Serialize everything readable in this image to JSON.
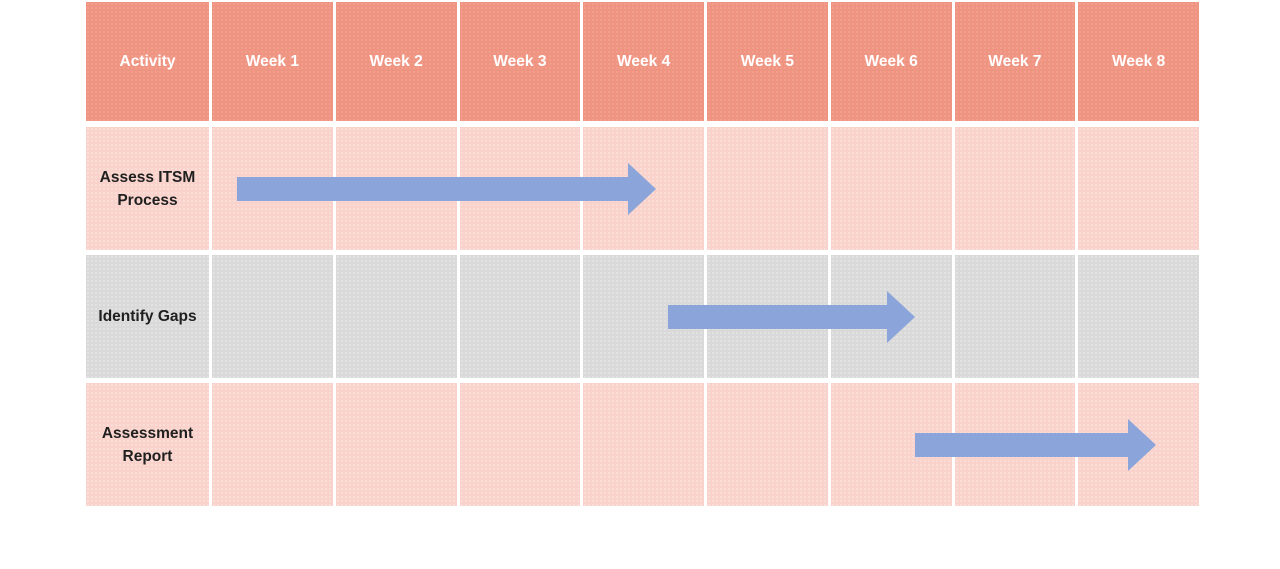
{
  "colors": {
    "header_bg": "#F09482",
    "header_text": "#FFFFFF",
    "row_pink_bg": "#F9D3CB",
    "row_gray_bg": "#D9D9D9",
    "label_text": "#1F1F1F",
    "arrow": "#8BA5DB",
    "page_bg": "#FFFFFF"
  },
  "chart_data": {
    "type": "gantt",
    "weeks_total": 8,
    "columns": [
      "Activity",
      "Week 1",
      "Week 2",
      "Week 3",
      "Week 4",
      "Week 5",
      "Week 6",
      "Week 7",
      "Week 8"
    ],
    "tasks": [
      {
        "name": "Assess ITSM Process",
        "start_week": 0.2,
        "end_week": 3.6,
        "row_shade": "pink"
      },
      {
        "name": "Identify Gaps",
        "start_week": 3.7,
        "end_week": 5.7,
        "row_shade": "gray"
      },
      {
        "name": "Assessment Report",
        "start_week": 5.7,
        "end_week": 7.65,
        "row_shade": "pink"
      }
    ],
    "legend": "none",
    "grid": "white cell separators"
  }
}
